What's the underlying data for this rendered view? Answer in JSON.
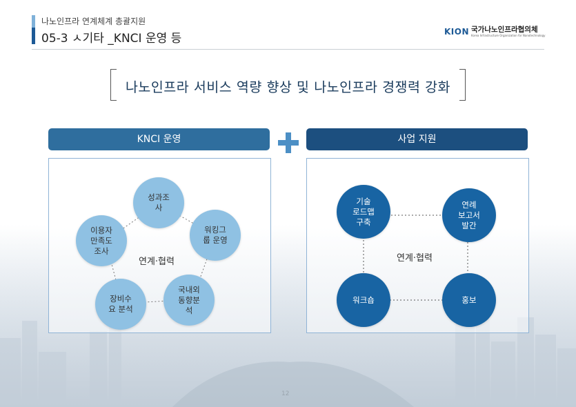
{
  "header": {
    "subtitle": "나노인프라 연계체계 총괄지원",
    "title": "05-3 ㅅ기타 _KNCI 운영 등",
    "logo_brand": "KION",
    "logo_name": "국가나노인프라협의체",
    "logo_sub": "Korea Infrastructure Organization for Nanotechnology"
  },
  "headline": "나노인프라 서비스 역량 향상 및 나노인프라 경쟁력 강화",
  "left_section": {
    "title": "KNCI 운영",
    "center": "연계·협력",
    "nodes": [
      "성과조\n사",
      "워킹그\n룹 운영",
      "국내외\n동향분\n석",
      "장비수\n요 분석",
      "이용자\n만족도\n조사"
    ]
  },
  "right_section": {
    "title": "사업 지원",
    "center": "연계·협력",
    "nodes": [
      "기술\n로드맵\n구축",
      "연례\n보고서\n발간",
      "워크숍",
      "홍보"
    ]
  },
  "page_number": "12",
  "colors": {
    "left_header": "#2f6e9e",
    "right_header": "#1c4f7f",
    "left_node": "#8fc1e3",
    "right_node": "#1864a3",
    "plus": "#4c8fc5"
  }
}
